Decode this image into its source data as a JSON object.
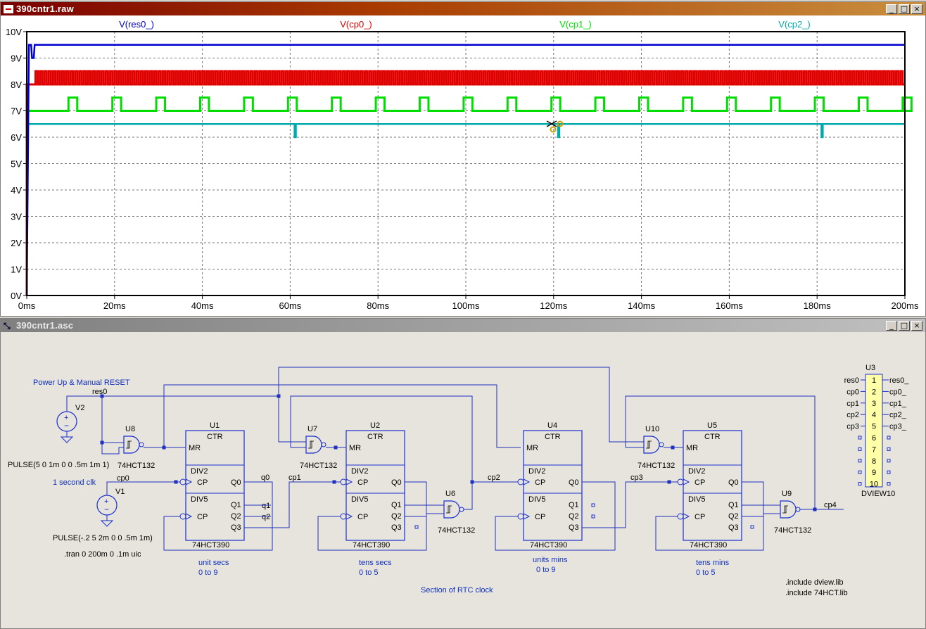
{
  "waveform_window": {
    "title": "390cntr1.raw",
    "buttons": {
      "minimize": "_",
      "maximize": "□",
      "close": "×"
    }
  },
  "schematic_window": {
    "title": "390cntr1.asc",
    "buttons": {
      "minimize": "_",
      "maximize": "□",
      "close": "×"
    }
  },
  "chart_data": {
    "type": "line",
    "title": "",
    "xlabel": "",
    "ylabel": "",
    "xlim": [
      0,
      200
    ],
    "ylim": [
      0,
      10
    ],
    "x_ticks": [
      "0ms",
      "20ms",
      "40ms",
      "60ms",
      "80ms",
      "100ms",
      "120ms",
      "140ms",
      "160ms",
      "180ms",
      "200ms"
    ],
    "y_ticks": [
      "0V",
      "1V",
      "2V",
      "3V",
      "4V",
      "5V",
      "6V",
      "7V",
      "8V",
      "9V",
      "10V"
    ],
    "grid": true,
    "series": [
      {
        "name": "V(res0_)",
        "color": "#0000d0",
        "base": 9.5,
        "description_points": [
          [
            0,
            0
          ],
          [
            0.5,
            9.5
          ],
          [
            1,
            9.5
          ],
          [
            1.2,
            9.0
          ],
          [
            1.6,
            9.0
          ],
          [
            1.8,
            9.5
          ],
          [
            200,
            9.5
          ]
        ]
      },
      {
        "name": "V(cp0_)",
        "color": "#e00000",
        "low": 8.0,
        "high": 8.5,
        "period": 1
      },
      {
        "name": "V(cp1_)",
        "color": "#00dd00",
        "low": 7.0,
        "high": 7.5,
        "period": 10,
        "pulse_start": 9.5,
        "pulse_width": 2
      },
      {
        "name": "V(cp2_)",
        "color": "#00aaaa",
        "base": 6.5,
        "dips": [
          61,
          121,
          181
        ],
        "dip_to": 6.0
      }
    ]
  },
  "schematic": {
    "power_label": "Power Up & Manual RESET",
    "res0": "res0",
    "v2": "V2",
    "v2_pulse": "PULSE(5 0 1m 0 0 .5m 1m 1)",
    "clk_label": "1 second clk",
    "cp0": "cp0",
    "v1": "V1",
    "v1_pulse": "PULSE(-.2 5 2m 0 0 .5m 1m)",
    "tran": ".tran 0 200m 0 .1m uic",
    "gate_part": "74HCT132",
    "counter_part": "74HCT390",
    "ctr": "CTR",
    "div2": "DIV2",
    "div5": "DIV5",
    "pins": {
      "mr": "MR",
      "cp": "CP",
      "q0": "Q0",
      "q1": "Q1",
      "q2": "Q2",
      "q3": "Q3"
    },
    "gates": [
      "U8",
      "U7",
      "U6",
      "U10",
      "U9"
    ],
    "counters": [
      {
        "ref": "U1",
        "desc1": "unit secs",
        "desc2": "0 to 9"
      },
      {
        "ref": "U2",
        "desc1": "tens secs",
        "desc2": "0 to 5"
      },
      {
        "ref": "U4",
        "desc1": "units mins",
        "desc2": "0 to 9"
      },
      {
        "ref": "U5",
        "desc1": "tens mins",
        "desc2": "0 to 5"
      }
    ],
    "nets": {
      "q0": "q0",
      "q1": "q1",
      "q2": "q2",
      "cp1": "cp1",
      "cp2": "cp2",
      "cp3": "cp3",
      "cp4": "cp4"
    },
    "section_label": "Section of RTC clock",
    "include1": ".include dview.lib",
    "include2": ".include 74HCT.lib",
    "dview": {
      "ref": "U3",
      "name": "DVIEW10",
      "rows": [
        {
          "n": "1",
          "l": "res0",
          "r": "res0_"
        },
        {
          "n": "2",
          "l": "cp0",
          "r": "cp0_"
        },
        {
          "n": "3",
          "l": "cp1",
          "r": "cp1_"
        },
        {
          "n": "4",
          "l": "cp2",
          "r": "cp2_"
        },
        {
          "n": "5",
          "l": "cp3",
          "r": "cp3_"
        },
        {
          "n": "6",
          "l": "",
          "r": ""
        },
        {
          "n": "7",
          "l": "",
          "r": ""
        },
        {
          "n": "8",
          "l": "",
          "r": ""
        },
        {
          "n": "9",
          "l": "",
          "r": ""
        },
        {
          "n": "10",
          "l": "",
          "r": ""
        }
      ]
    }
  }
}
